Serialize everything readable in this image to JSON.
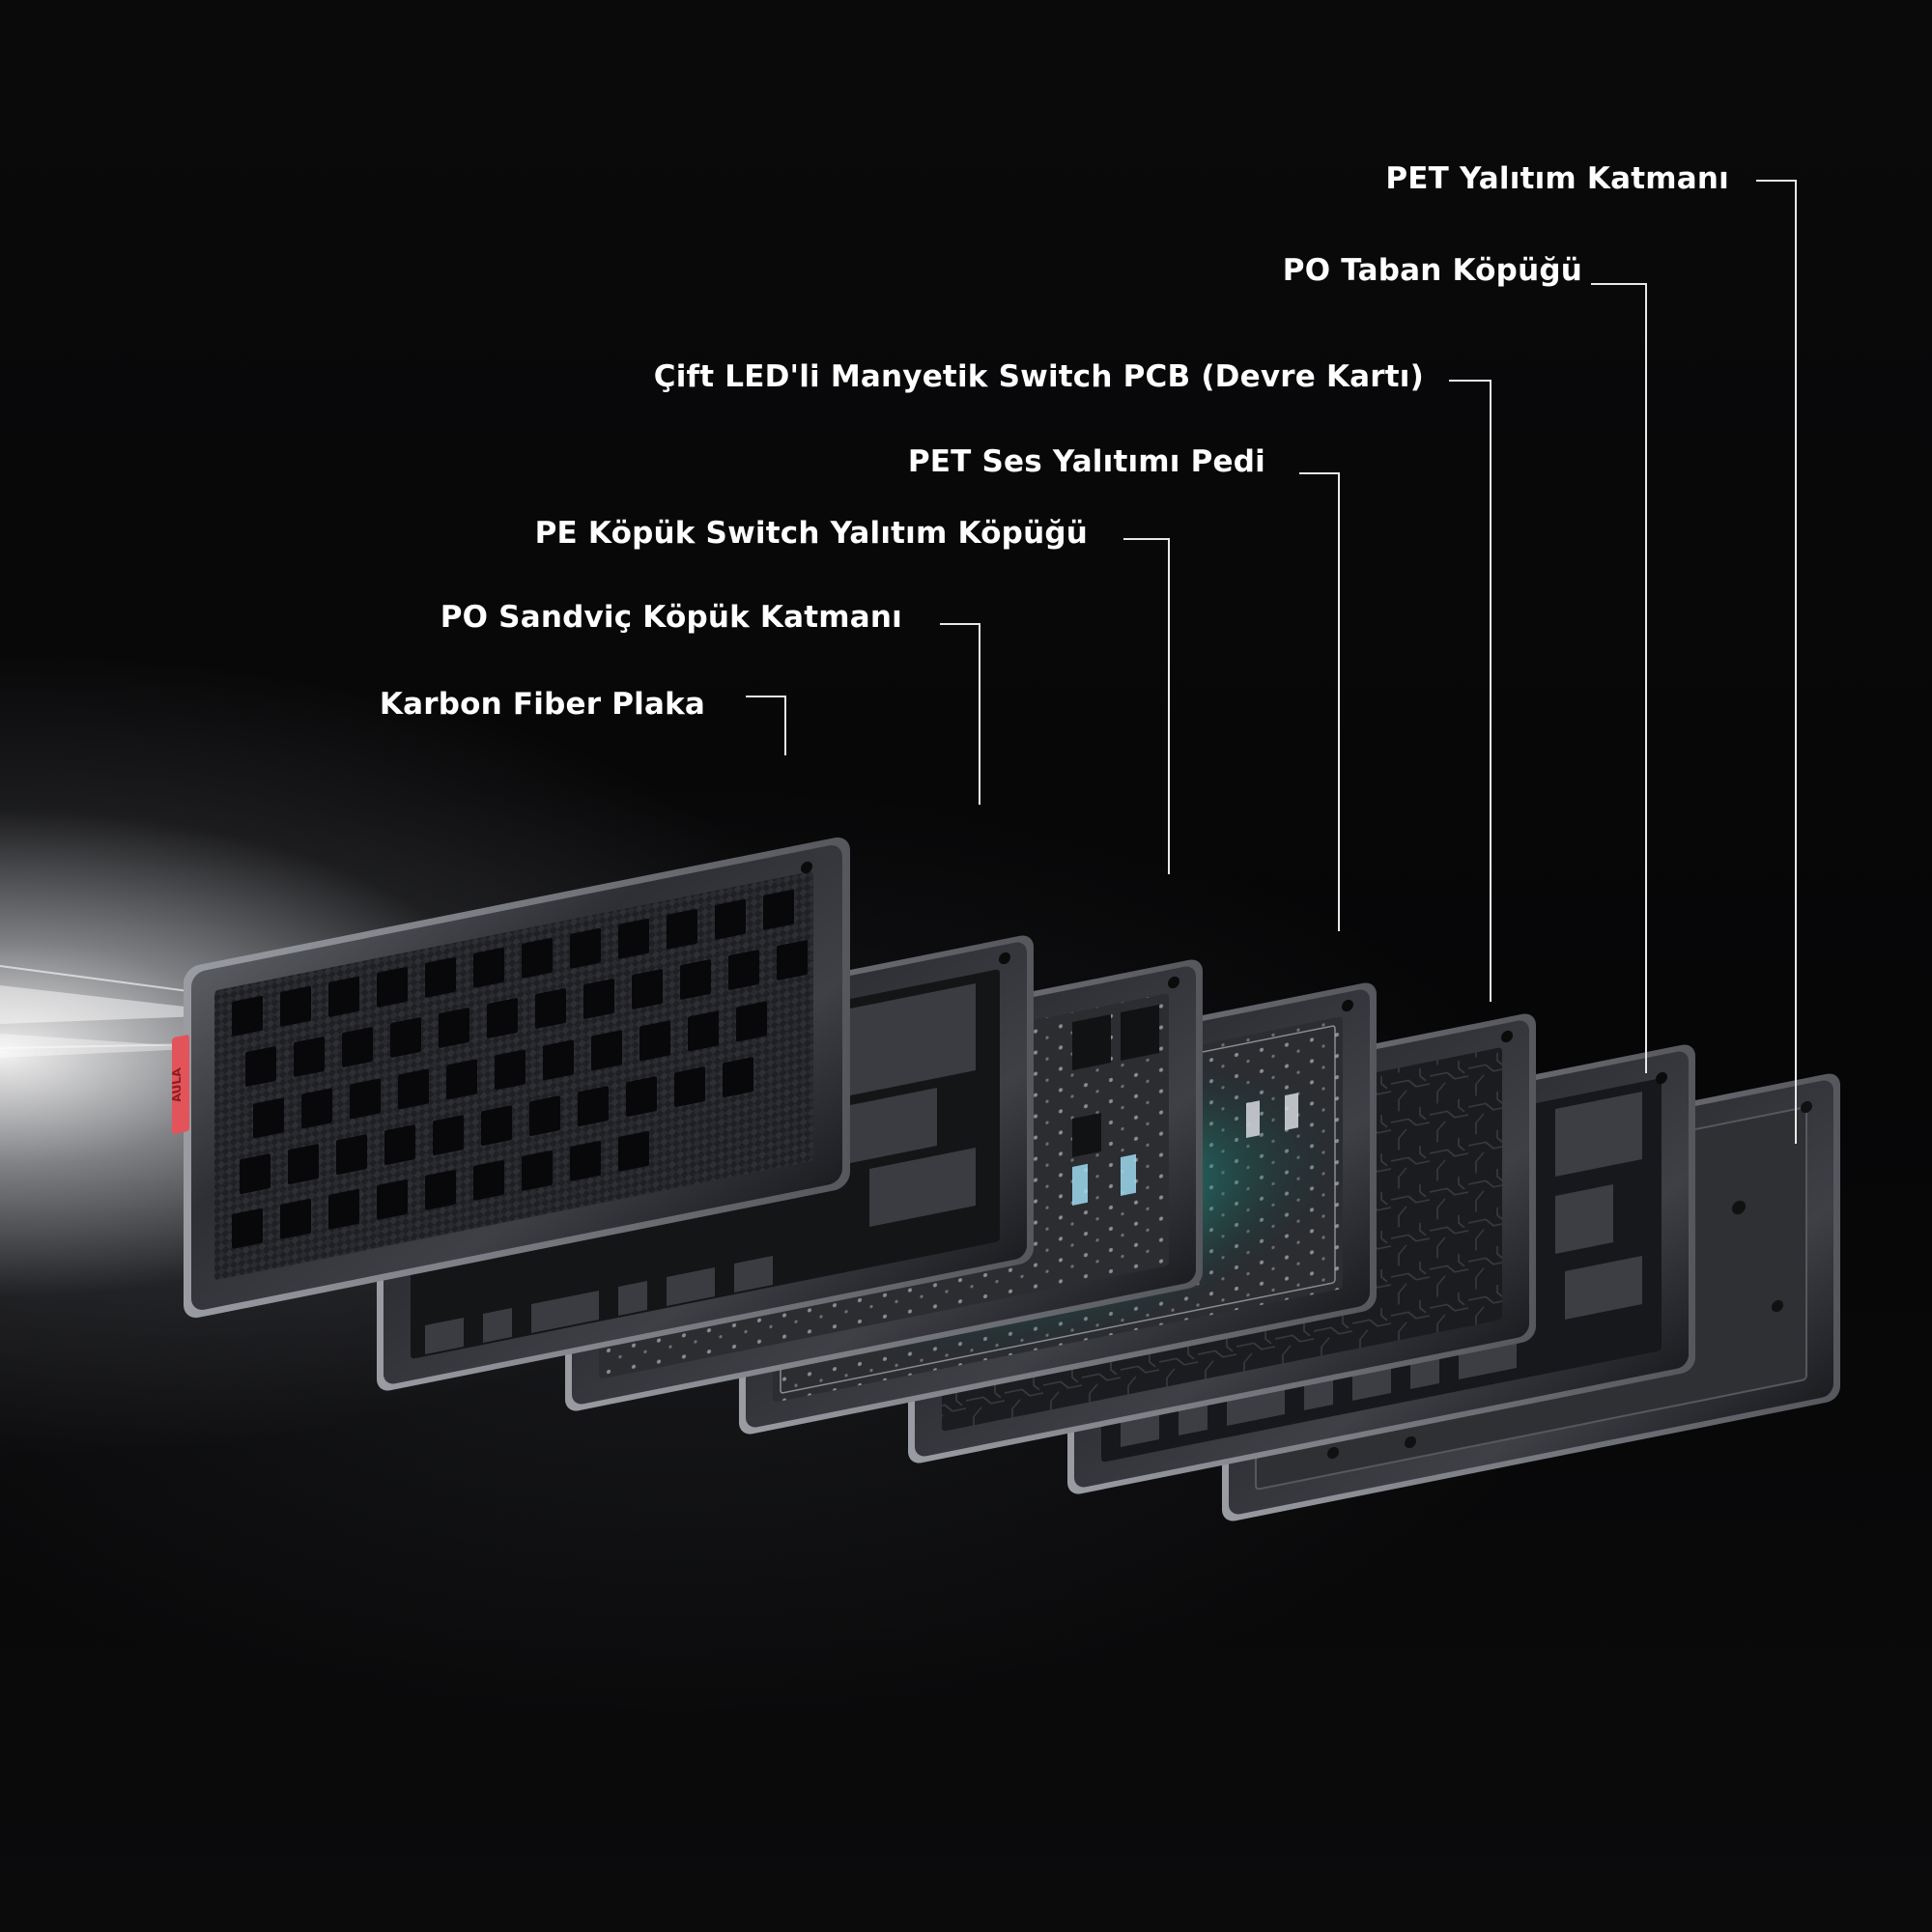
{
  "brand": {
    "logo_text": "AULA",
    "logo_color": "#e2545a"
  },
  "colors": {
    "background": "#050506",
    "label_text": "#ffffff",
    "leader_line": "#e8e8e8",
    "frame_metal": "#3a3b40",
    "carbon_fiber": "#26272b",
    "pcb_glow": "#27d3b8"
  },
  "layers": [
    {
      "id": "carbon-fiber-plate",
      "label": "Karbon Fiber Plaka"
    },
    {
      "id": "po-sandwich-foam",
      "label": "PO Sandviç Köpük Katmanı"
    },
    {
      "id": "pe-switch-foam",
      "label": "PE Köpük Switch Yalıtım Köpüğü"
    },
    {
      "id": "pet-sound-pad",
      "label": "PET Ses Yalıtımı Pedi"
    },
    {
      "id": "magnetic-pcb",
      "label": "Çift LED'li Manyetik Switch PCB (Devre Kartı)"
    },
    {
      "id": "po-bottom-foam",
      "label": "PO Taban Köpüğü"
    },
    {
      "id": "pet-insulation",
      "label": "PET Yalıtım Katmanı"
    }
  ]
}
